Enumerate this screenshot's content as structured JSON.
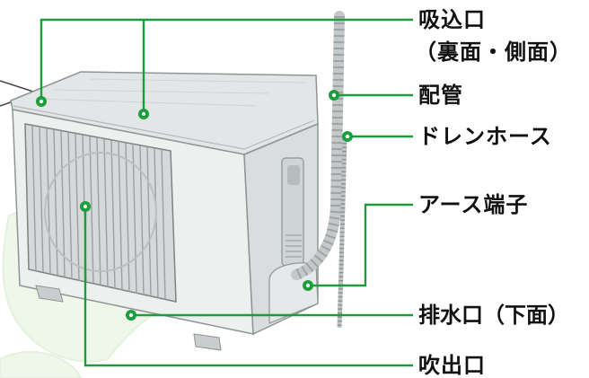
{
  "labels": {
    "intake": "吸込口",
    "intake_sub": "（裏面・側面）",
    "piping": "配管",
    "drain_hose": "ドレンホース",
    "earth_terminal": "アース端子",
    "drain_outlet": "排水口（下面）",
    "outlet": "吹出口"
  },
  "colors": {
    "leader": "#1a9e3c",
    "dot": "#ffffff",
    "unit_body": "#eef0f0",
    "unit_top": "#e2e5e5",
    "unit_side": "#d8dcdc",
    "grille": "#9aa0a0",
    "watermark": "#eef7ea"
  }
}
